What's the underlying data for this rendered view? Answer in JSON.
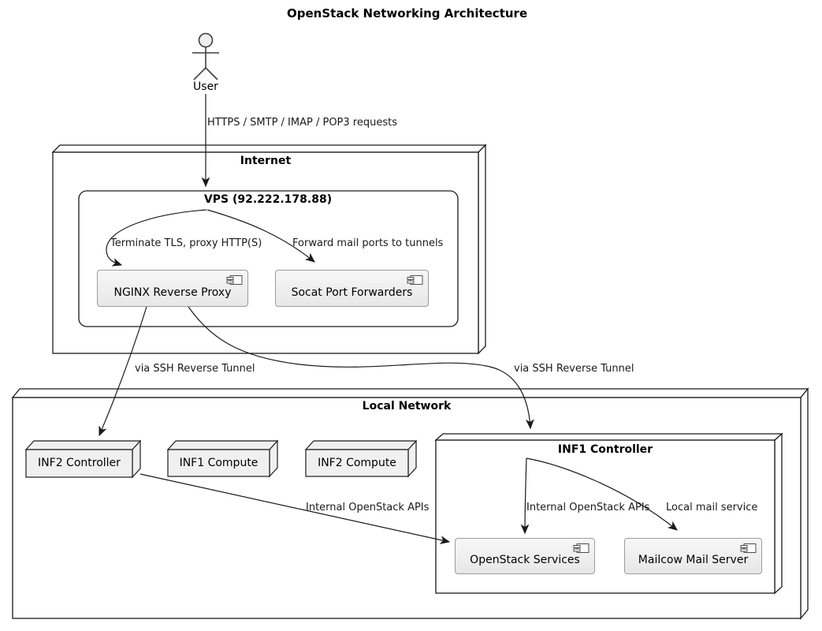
{
  "title": "OpenStack Networking Architecture",
  "actor": {
    "name": "User"
  },
  "nodes": {
    "internet": "Internet",
    "vps": "VPS (92.222.178.88)",
    "nginx": "NGINX Reverse Proxy",
    "socat": "Socat Port Forwarders",
    "local_network": "Local Network",
    "inf2_controller": "INF2 Controller",
    "inf1_compute": "INF1 Compute",
    "inf2_compute": "INF2 Compute",
    "inf1_controller": "INF1 Controller",
    "openstack_services": "OpenStack Services",
    "mailcow": "Mailcow Mail Server"
  },
  "edges": {
    "user_to_vps": "HTTPS / SMTP / IMAP / POP3 requests",
    "vps_to_nginx": "Terminate TLS, proxy HTTP(S)",
    "vps_to_socat": "Forward mail ports to tunnels",
    "nginx_to_inf2_controller": "via SSH Reverse Tunnel",
    "nginx_to_inf1_controller": "via SSH Reverse Tunnel",
    "inf2_to_openstack": "Internal OpenStack APIs",
    "inf1_to_openstack": "Internal OpenStack APIs",
    "inf1_to_mailcow": "Local mail service"
  },
  "colors": {
    "line": "#1a1a1a",
    "node_fill": "#ffffff",
    "small_node_fill": "#f0f0f0",
    "component_border": "#9c9c9c",
    "text": "#000000",
    "background": "#ffffff"
  }
}
